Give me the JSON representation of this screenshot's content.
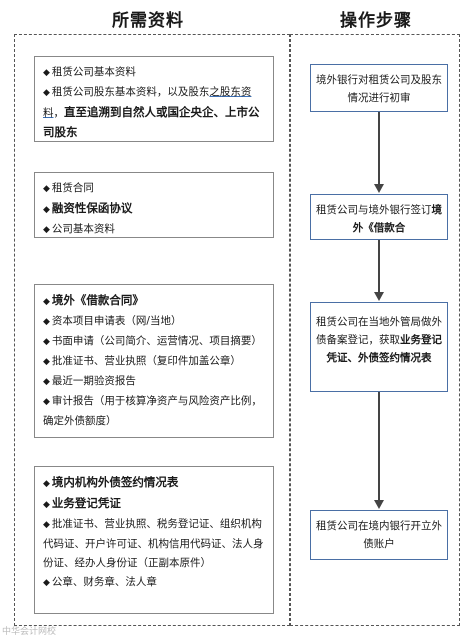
{
  "columns": {
    "left_title": "所需资料",
    "right_title": "操作步骤"
  },
  "left_boxes": [
    {
      "items": [
        {
          "text": "租赁公司基本资料",
          "bold": false
        },
        {
          "text": "租赁公司股东基本资料，以及股东之股东资料，直至追溯到自然人或国企央企、上市公司股东",
          "bold": false
        }
      ]
    },
    {
      "items": [
        {
          "text": "租赁合同",
          "bold": false
        },
        {
          "text": "融资性保函协议",
          "bold": true
        },
        {
          "text": "公司基本资料",
          "bold": false
        }
      ]
    },
    {
      "items": [
        {
          "text": "境外《借款合同》",
          "bold": true
        },
        {
          "text": "资本项目申请表（网/当地）",
          "bold": false
        },
        {
          "text": "书面申请（公司简介、运营情况、项目摘要）",
          "bold": false
        },
        {
          "text": "批准证书、营业执照（复印件加盖公章）",
          "bold": false
        },
        {
          "text": "最近一期验资报告",
          "bold": false
        },
        {
          "text": "审计报告（用于核算净资产与风险资产比例，确定外债额度）",
          "bold": false
        }
      ]
    },
    {
      "items": [
        {
          "text": "境内机构外债签约情况表",
          "bold": true
        },
        {
          "text": "业务登记凭证",
          "bold": true
        },
        {
          "text": "批准证书、营业执照、税务登记证、组织机构代码证、开户许可证、机构信用代码证、法人身份证、经办人身份证（正副本原件）",
          "bold": false
        },
        {
          "text": "公章、财务章、法人章",
          "bold": false
        }
      ]
    }
  ],
  "box1_parts": {
    "p1": "租赁公司股东基本资料，以及股东",
    "p2": "之股东资料",
    "p3": "，",
    "p4": "直至追溯到自然人或国企央企、上市公司股东"
  },
  "steps": [
    {
      "text": "境外银行对租赁公司及股东情况进行初审"
    },
    {
      "text_plain": "租赁公司与境外银行签订",
      "text_bold": "境外《借款合"
    },
    {
      "text_plain": "租赁公司在当地外管局做外债备案登记，获取",
      "text_bold": "业务登记凭证、外债签约情况表"
    },
    {
      "text": "租赁公司在境内银行开立外债账户"
    }
  ],
  "watermark": "中华会计网校"
}
